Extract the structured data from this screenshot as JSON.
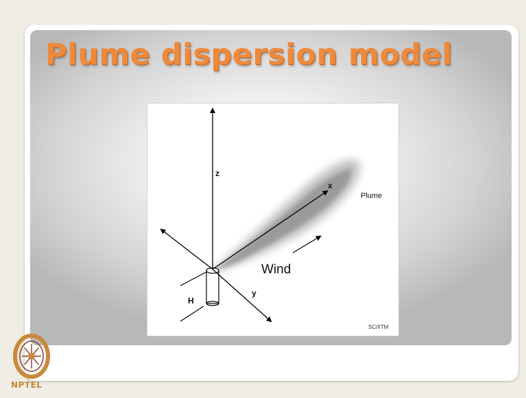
{
  "slide": {
    "title": "Plume dispersion model"
  },
  "figure": {
    "z_label": "z",
    "x_label": "x",
    "y_label": "y",
    "h_label": "H",
    "wind_label": "Wind",
    "plume_label": "Plume",
    "credit": "SC/IITM"
  },
  "logo": {
    "text": "NPTEL",
    "colors": {
      "primary": "#c9883b",
      "accent": "#8a3b2a"
    }
  },
  "colors": {
    "title": "#ee8a3c",
    "page_background": "#efede4"
  }
}
